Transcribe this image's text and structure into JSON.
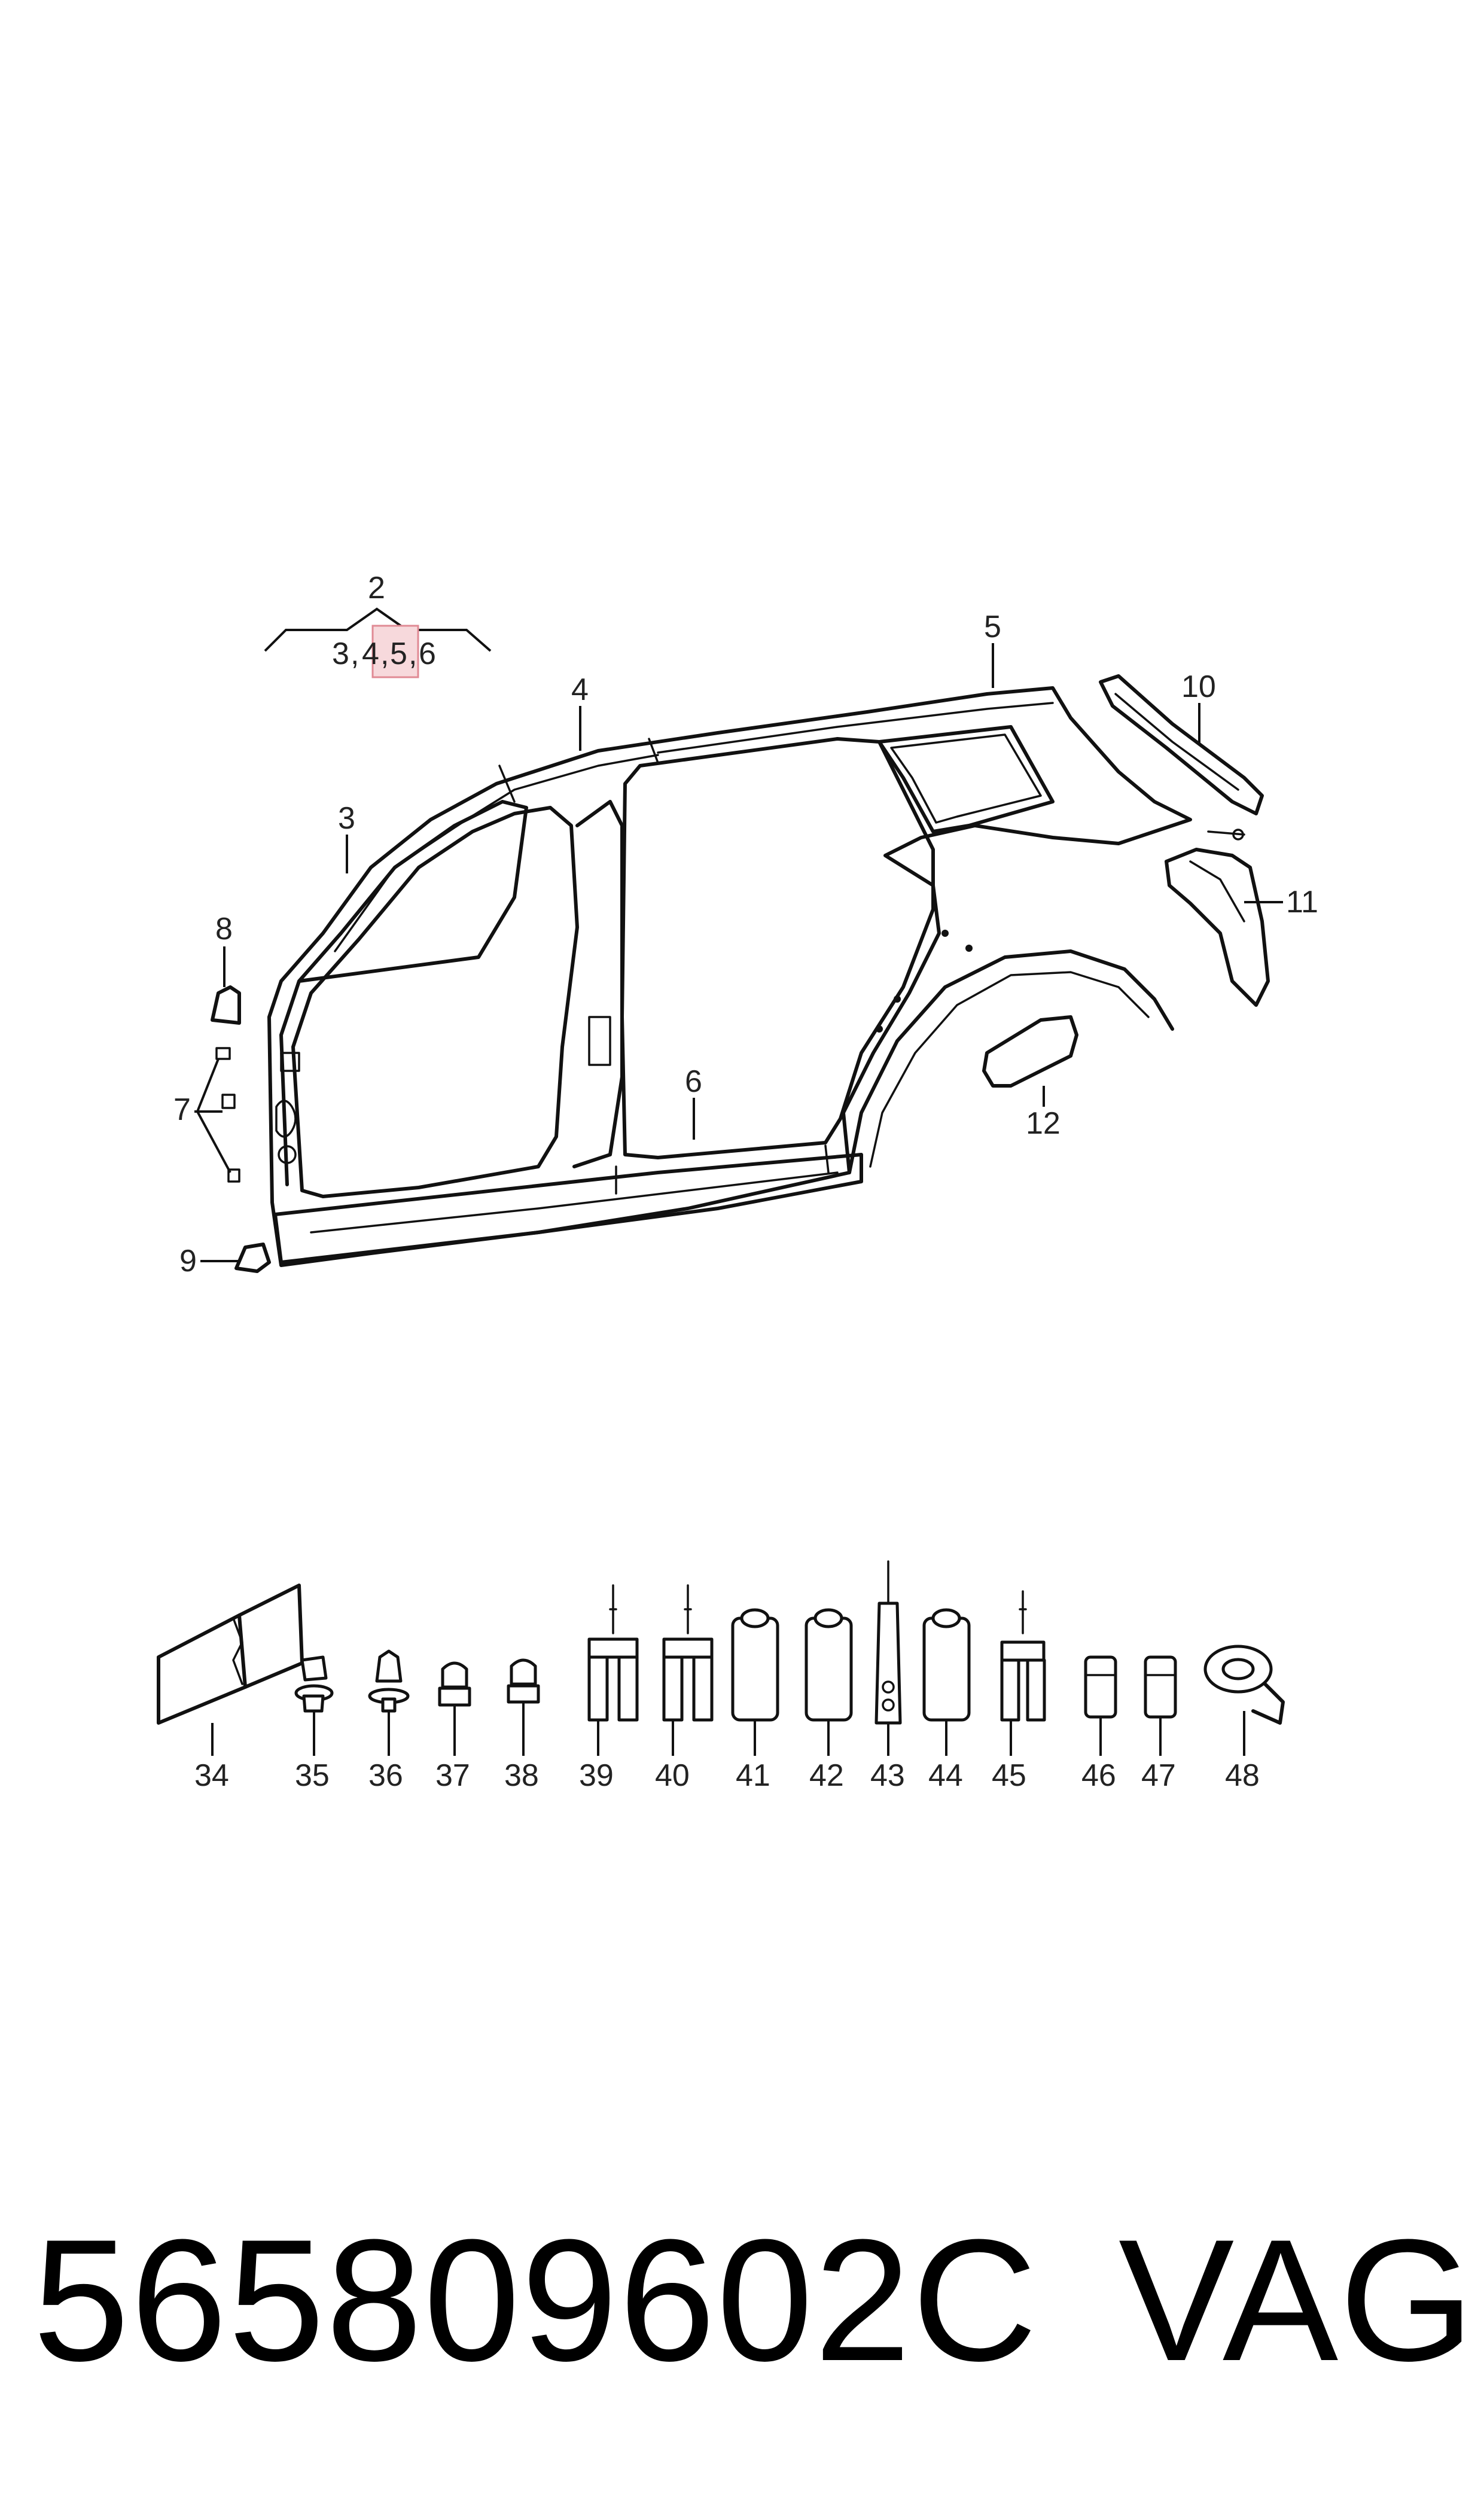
{
  "diagram": {
    "callouts": {
      "group": "2",
      "group_members": [
        "3",
        "4",
        "5",
        "6"
      ],
      "highlighted": "5",
      "top": [
        "3",
        "4",
        "5",
        "6",
        "7",
        "8",
        "9",
        "10",
        "11",
        "12"
      ],
      "bottom": [
        "34",
        "35",
        "36",
        "37",
        "38",
        "39",
        "40",
        "41",
        "42",
        "43",
        "44",
        "45",
        "46",
        "47",
        "48"
      ]
    },
    "colors": {
      "line": "#111111",
      "highlight_fill": "#f7d9dc",
      "highlight_stroke": "#e08a94"
    }
  },
  "footer": {
    "part_number": "565809602C",
    "brand": "VAG"
  }
}
